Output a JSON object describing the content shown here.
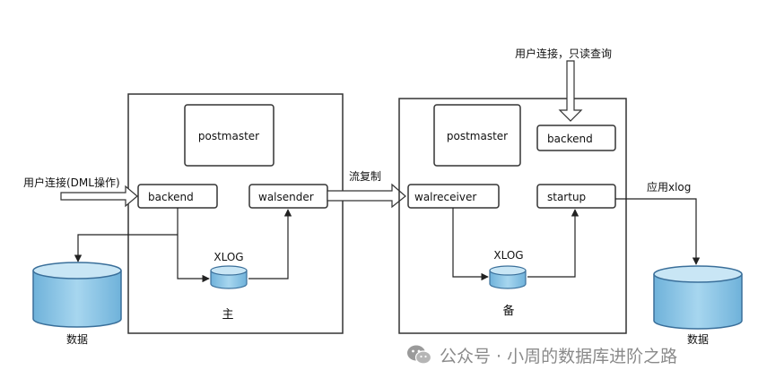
{
  "labels": {
    "user_dml": "用户连接(DML操作)",
    "stream_replication": "流复制",
    "user_readonly": "用户连接，只读查询",
    "apply_xlog": "应用xlog"
  },
  "primary": {
    "postmaster": "postmaster",
    "backend": "backend",
    "walsender": "walsender",
    "xlog": "XLOG",
    "role": "主",
    "database": "数据"
  },
  "standby": {
    "postmaster": "postmaster",
    "backend": "backend",
    "walreceiver": "walreceiver",
    "startup": "startup",
    "xlog": "XLOG",
    "role": "备",
    "database": "数据"
  },
  "watermark": {
    "text": "公众号 · 小周的数据库进阶之路"
  },
  "colors": {
    "cylinder_fill": "#8ec8e8",
    "cylinder_top": "#c9e6f5",
    "cylinder_stroke": "#3a6f9a",
    "box_stroke": "#333333"
  }
}
